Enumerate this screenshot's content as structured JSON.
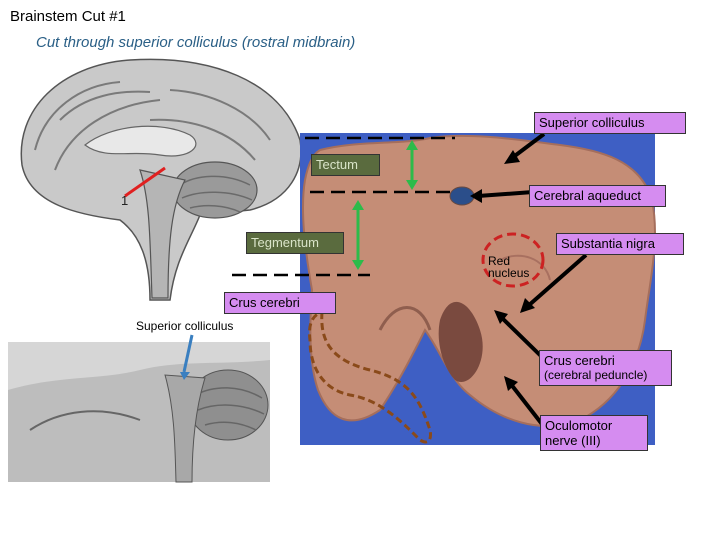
{
  "title": "Brainstem Cut #1",
  "subtitle": "Cut through superior colliculus (rostral midbrain)",
  "cut_number": "1",
  "labels": {
    "superior_colliculus_box": "Superior colliculus",
    "tectum": "Tectum",
    "cerebral_aqueduct": "Cerebral aqueduct",
    "tegmentum": "Tegmentum",
    "red_nucleus_1": "Red",
    "red_nucleus_2": "nucleus",
    "substantia_nigra": "Substantia nigra",
    "crus_cerebri_box": "Crus cerebri",
    "superior_colliculus_plain": "Superior colliculus",
    "crus_cerebri_peduncle_1": "Crus cerebri",
    "crus_cerebri_peduncle_2": "(cerebral peduncle)",
    "oculomotor_1": "Oculomotor",
    "oculomotor_2": "nerve (III)"
  },
  "colors": {
    "violet_label": "#d58cf0",
    "olive_label": "#5a6b3e",
    "green_arrow": "#2dbb4a",
    "red_circle": "#cc2222",
    "crus_outline": "#8a4a1a",
    "cut_line": "#e02020",
    "blue_arrow": "#3a7fc0"
  }
}
